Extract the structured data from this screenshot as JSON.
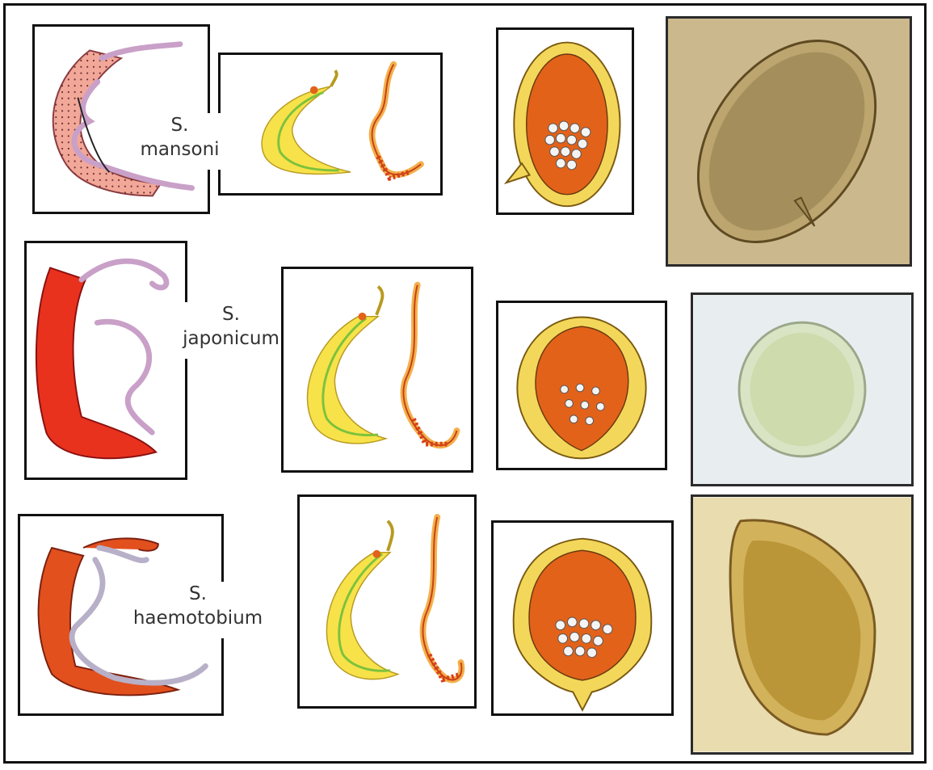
{
  "rows": [
    {
      "species_line1": "S.",
      "species_line2": "mansoni"
    },
    {
      "species_line1": "S.",
      "species_line2": "japonicum"
    },
    {
      "species_line1": "S.",
      "species_line2": "haemotobium"
    }
  ],
  "colors": {
    "pink_worm": "#f2a898",
    "red_worm": "#e8321e",
    "orange_worm": "#e2501e",
    "female_worm": "#c9a0c8",
    "yellow_body": "#f7e24a",
    "green_stripe": "#7cc23c",
    "egg_orange": "#e2621a",
    "egg_shell": "#f3d75a",
    "micro_tan": "#cbb88c",
    "micro_pale": "#e8eef0",
    "micro_gold": "#d2b25a"
  }
}
